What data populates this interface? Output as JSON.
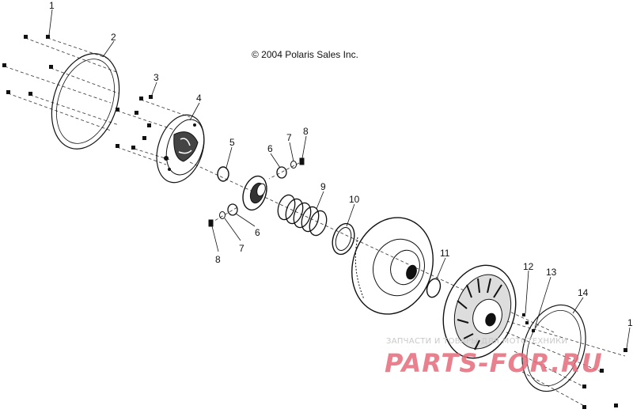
{
  "diagram": {
    "copyright": "© 2004 Polaris Sales Inc.",
    "callouts": [
      "1",
      "2",
      "3",
      "4",
      "5",
      "6",
      "7",
      "8",
      "9",
      "10",
      "11",
      "12",
      "13",
      "14",
      "1",
      "6",
      "7",
      "8"
    ],
    "line_color": "#111111"
  },
  "watermark": {
    "caption": "ЗАПЧАСТИ И ТОВАРЫ ДЛЯ МОТОТЕХНИКИ",
    "brand": "PARTS-FOR.RU",
    "color": "#e56b7a"
  }
}
